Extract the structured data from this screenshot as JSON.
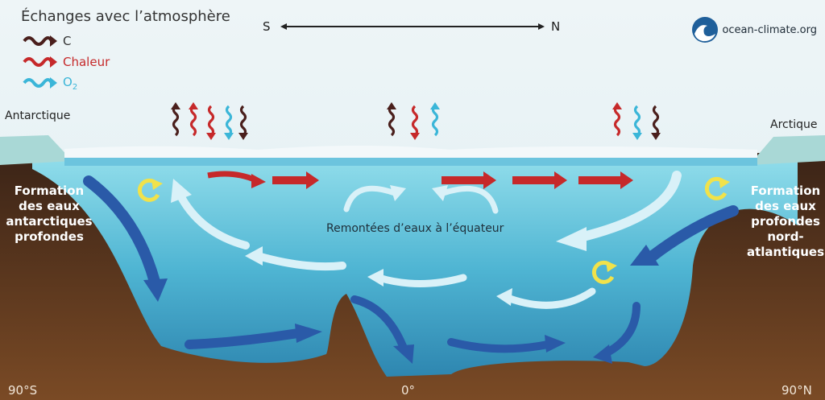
{
  "legend": {
    "title": "Échanges avec l’atmosphère",
    "items": [
      {
        "label": "C",
        "color": "#4a1f1c"
      },
      {
        "label": "Chaleur",
        "color": "#c6292a"
      },
      {
        "label": "O2",
        "color": "#3bb6d8"
      }
    ]
  },
  "compass": {
    "south": "S",
    "north": "N"
  },
  "logo": {
    "text": "ocean-climate.org"
  },
  "labels": {
    "antarctic": "Antarctique",
    "arctic": "Arctique",
    "formation_south": "Formation des eaux antarctiques profondes",
    "formation_north": "Formation des eaux profondes nord-atlantiques",
    "upwelling": "Remontées d’eaux à l’équateur",
    "lat_south": "90°S",
    "lat_equator": "0°",
    "lat_north": "90°N"
  },
  "colors": {
    "sky": "#eaf3f6",
    "ocean_surface": "#7ed3e6",
    "ocean_deep": "#2e8fb4",
    "seafloor": "#5a3320",
    "carbon": "#4a1f1c",
    "heat": "#c6292a",
    "oxygen": "#3bb6d8",
    "deep_current": "#2a5aa8",
    "surface_current": "#d9f1f8",
    "mixing": "#f1e24a"
  }
}
